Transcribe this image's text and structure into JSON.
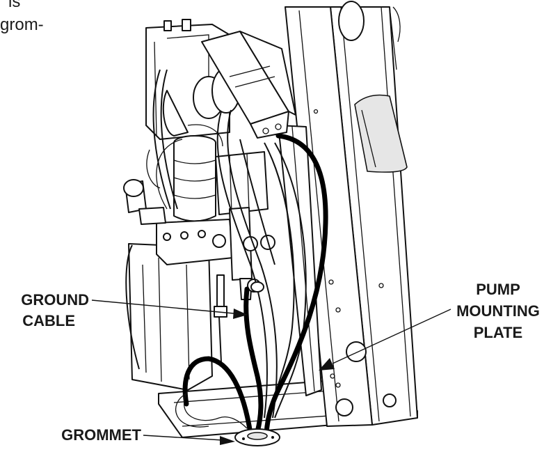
{
  "text_fragments": {
    "line1": "is",
    "line2": "grom-"
  },
  "callouts": {
    "ground_cable": {
      "line1": "GROUND",
      "line2": "CABLE"
    },
    "pump_mounting_plate": {
      "line1": "PUMP",
      "line2": "MOUNTING",
      "line3": "PLATE"
    },
    "grommet": {
      "line1": "GROMMET"
    }
  }
}
